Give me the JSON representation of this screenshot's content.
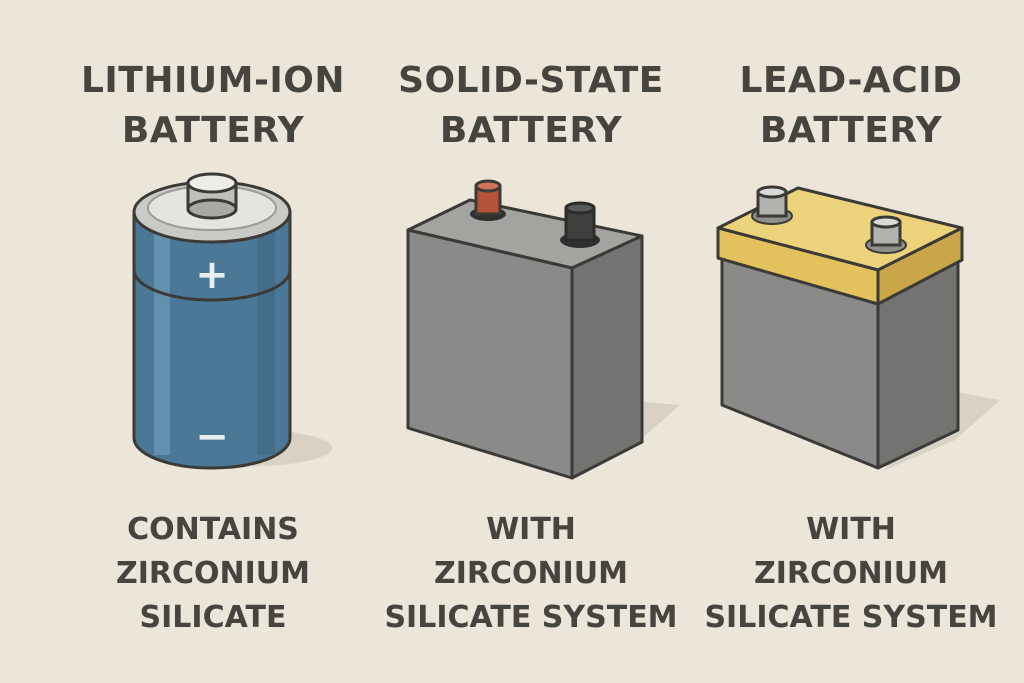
{
  "batteries": [
    {
      "title_line1": "LITHIUM-ION",
      "title_line2": "BATTERY",
      "caption_line1": "CONTAINS",
      "caption_line2": "ZIRCONIUM",
      "caption_line3": "SILICATE",
      "terminal_plus": "+",
      "terminal_minus": "−",
      "body_color": "#4b7896"
    },
    {
      "title_line1": "SOLID-STATE",
      "title_line2": "BATTERY",
      "caption_line1": "WITH",
      "caption_line2": "ZIRCONIUM",
      "caption_line3": "SILICATE SYSTEM",
      "body_color": "#8a8a88",
      "positive_terminal_color": "#b5533a"
    },
    {
      "title_line1": "LEAD-ACID",
      "title_line2": "BATTERY",
      "caption_line1": "WITH",
      "caption_line2": "ZIRCONIUM",
      "caption_line3": "SILICATE SYSTEM",
      "body_color": "#8a8a88",
      "lid_color": "#e3c25e"
    }
  ]
}
